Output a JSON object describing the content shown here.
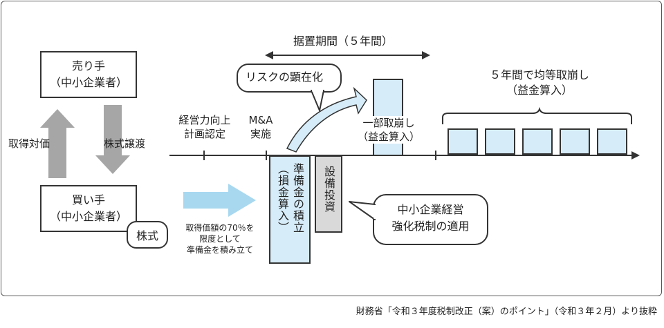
{
  "seller": {
    "line1": "売り手",
    "line2": "（中小企業者）"
  },
  "buyer": {
    "line1": "買い手",
    "line2": "（中小企業者）"
  },
  "acquisition_price_label": "取得対価",
  "share_transfer_label": "株式譲渡",
  "shares_badge": "株式",
  "reserve_note": [
    "取得価額の70％を",
    "限度として",
    "準備金を積み立て"
  ],
  "plan_cert_label": [
    "経営力向上",
    "計画認定"
  ],
  "ma_label": [
    "M&A",
    "実施"
  ],
  "deferral_label": "据置期間（５年間）",
  "risk_label": "リスクの顕在化",
  "partial_reversal_label": [
    "一部取崩し",
    "（益金算入）"
  ],
  "even_reversal_label": [
    "５年間で均等取崩し",
    "（益金算入）"
  ],
  "reserve_bar": {
    "col1": "準備金の積立",
    "col2": "（損金算入）"
  },
  "equipment_bar": "設備投資",
  "tax_system_label": [
    "中小企業経営",
    "強化税制の適用"
  ],
  "source": "財務省「令和３年度税制改正（案）のポイント」（令和３年２月）より抜粋",
  "colors": {
    "light_blue": "#d6ecf8",
    "gray": "#d9d9d9",
    "arrow_gray": "#a6a6a6",
    "arrow_blue": "#a8d8f0"
  }
}
